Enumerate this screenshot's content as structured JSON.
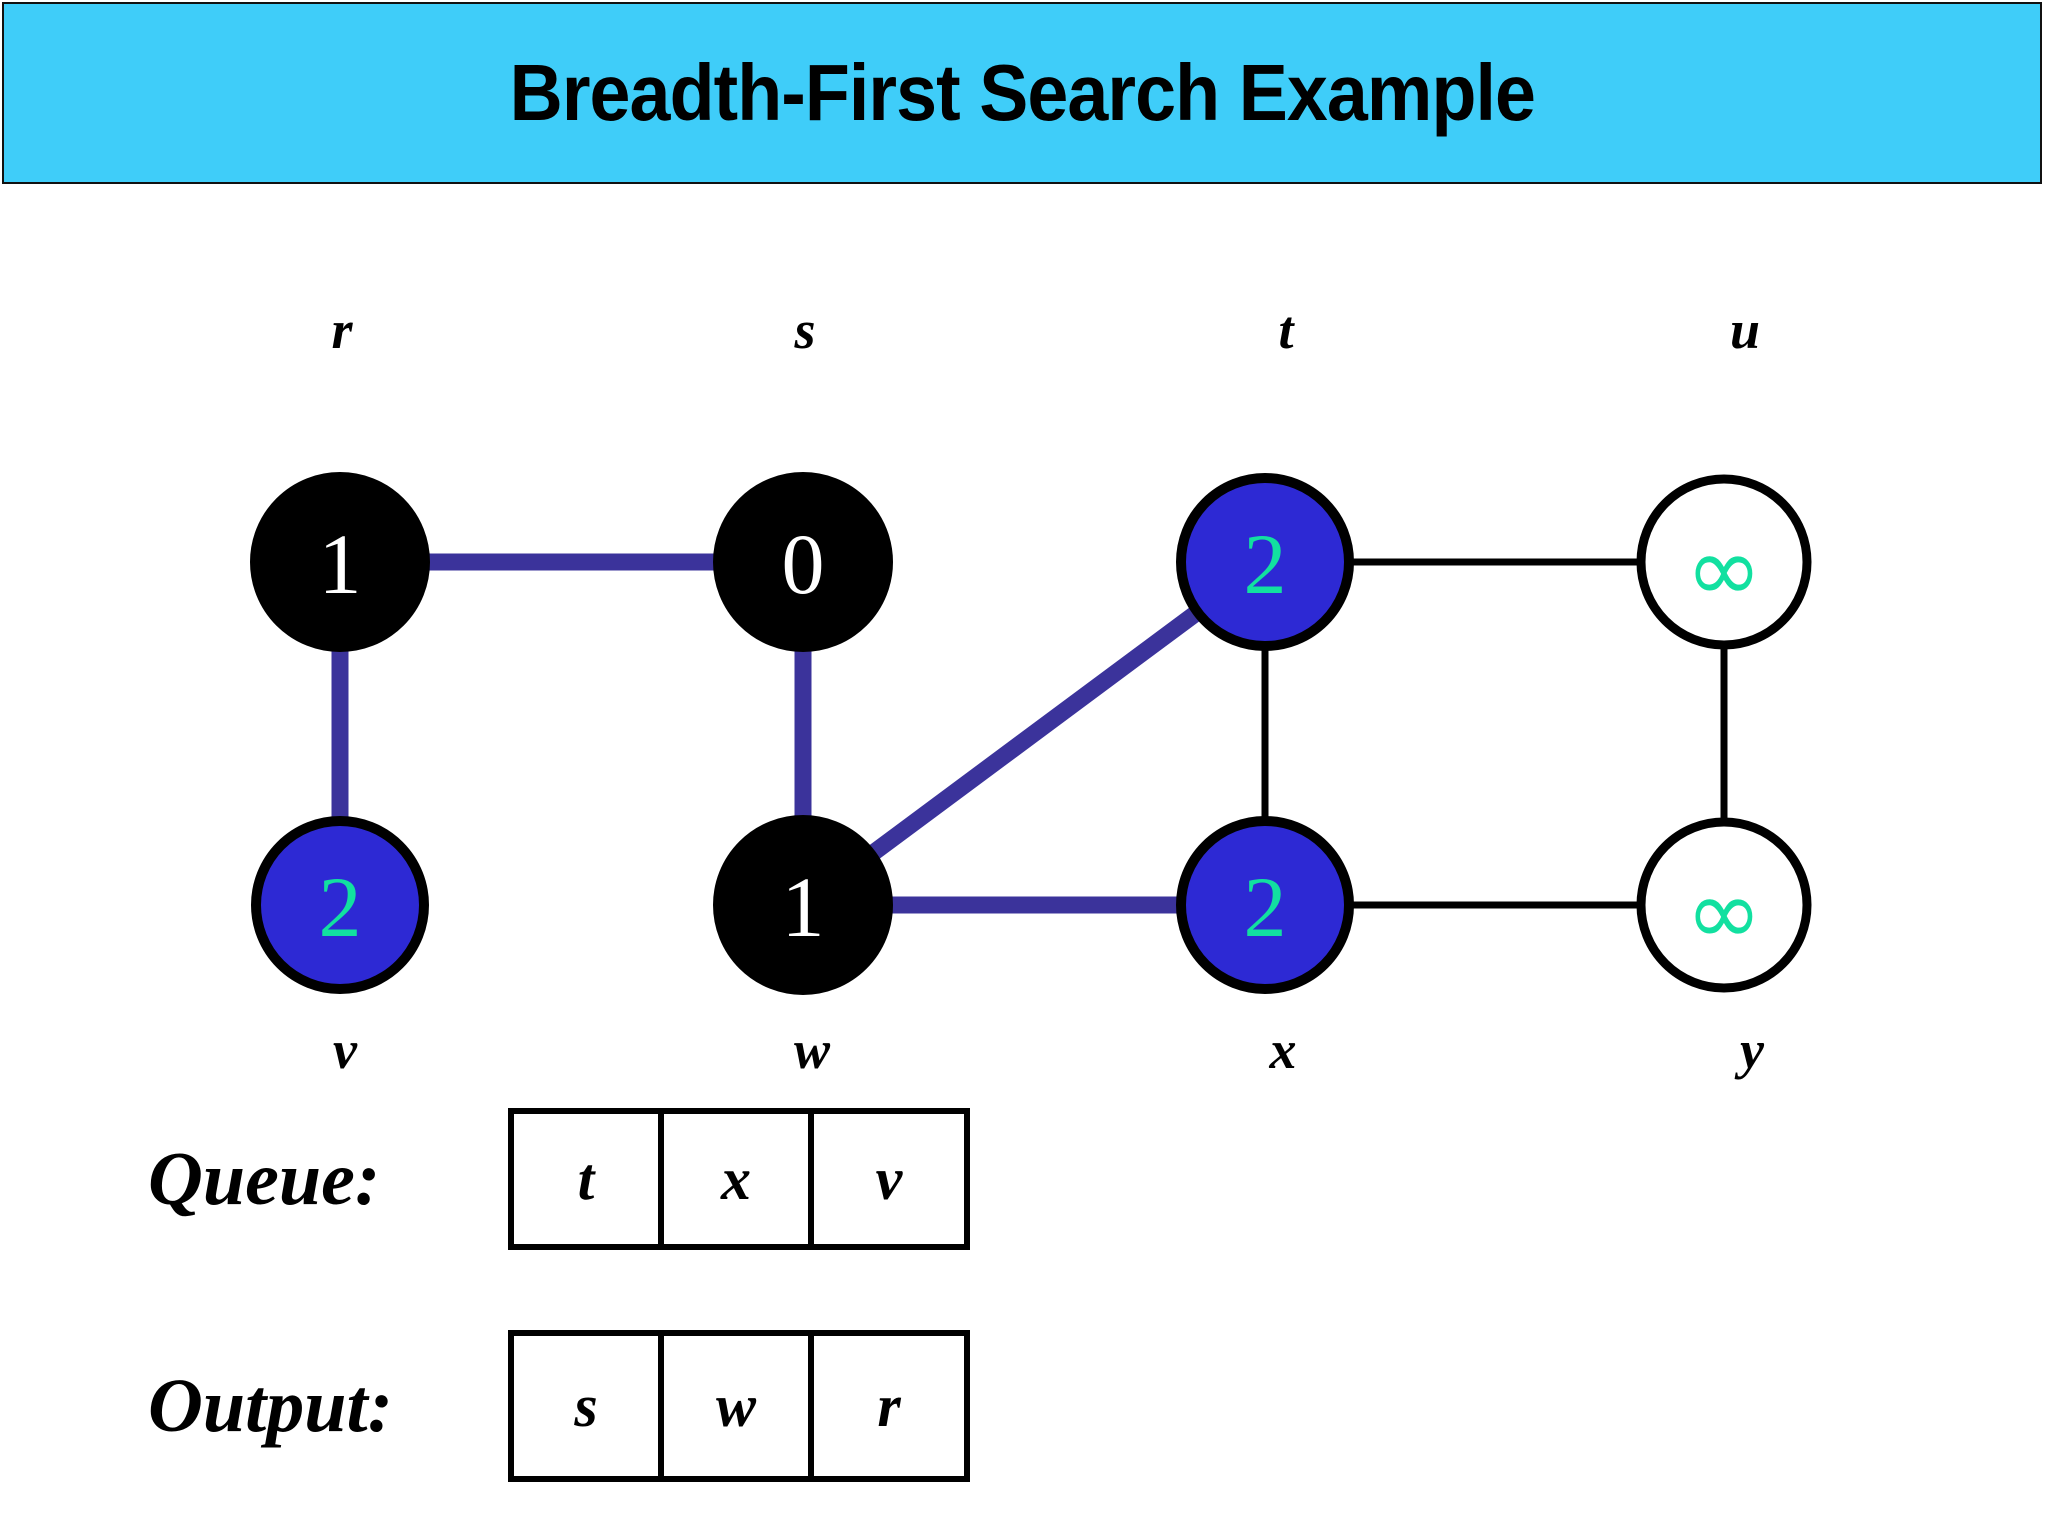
{
  "title": {
    "text": "Breadth-First Search Example",
    "banner_color": "#3FCDF9",
    "text_color": "#000000"
  },
  "colors": {
    "tree_edge": "#3B339B",
    "plain_edge": "#000000",
    "discovered_fill": "#2D29D4",
    "finished_fill": "#000000",
    "undiscovered_fill": "#FFFFFF",
    "distance_green": "#12E0A0",
    "distance_white": "#FFFFFF"
  },
  "graph": {
    "nodes": [
      {
        "id": "r",
        "label": "r",
        "value": "1",
        "label_pos": "above",
        "state": "finished",
        "fill": "black",
        "value_color": "white"
      },
      {
        "id": "s",
        "label": "s",
        "value": "0",
        "label_pos": "above",
        "state": "finished",
        "fill": "black",
        "value_color": "white"
      },
      {
        "id": "t",
        "label": "t",
        "value": "2",
        "label_pos": "above",
        "state": "discovered",
        "fill": "blue",
        "value_color": "green"
      },
      {
        "id": "u",
        "label": "u",
        "value": "∞",
        "label_pos": "above",
        "state": "undiscovered",
        "fill": "white",
        "value_color": "green"
      },
      {
        "id": "v",
        "label": "v",
        "value": "2",
        "label_pos": "below",
        "state": "discovered",
        "fill": "blue",
        "value_color": "green"
      },
      {
        "id": "w",
        "label": "w",
        "value": "1",
        "label_pos": "below",
        "state": "finished",
        "fill": "black",
        "value_color": "white"
      },
      {
        "id": "x",
        "label": "x",
        "value": "2",
        "label_pos": "below",
        "state": "discovered",
        "fill": "blue",
        "value_color": "green"
      },
      {
        "id": "y",
        "label": "y",
        "value": "∞",
        "label_pos": "below",
        "state": "undiscovered",
        "fill": "white",
        "value_color": "green"
      }
    ],
    "edges": [
      {
        "from": "r",
        "to": "s",
        "kind": "tree"
      },
      {
        "from": "r",
        "to": "v",
        "kind": "tree"
      },
      {
        "from": "s",
        "to": "w",
        "kind": "tree"
      },
      {
        "from": "w",
        "to": "t",
        "kind": "tree"
      },
      {
        "from": "w",
        "to": "x",
        "kind": "tree"
      },
      {
        "from": "t",
        "to": "u",
        "kind": "plain"
      },
      {
        "from": "t",
        "to": "x",
        "kind": "plain"
      },
      {
        "from": "u",
        "to": "y",
        "kind": "plain"
      },
      {
        "from": "x",
        "to": "y",
        "kind": "plain"
      }
    ]
  },
  "queue": {
    "label": "Queue:",
    "items": [
      "t",
      "x",
      "v"
    ]
  },
  "output": {
    "label": "Output:",
    "items": [
      "s",
      "w",
      "r"
    ]
  }
}
